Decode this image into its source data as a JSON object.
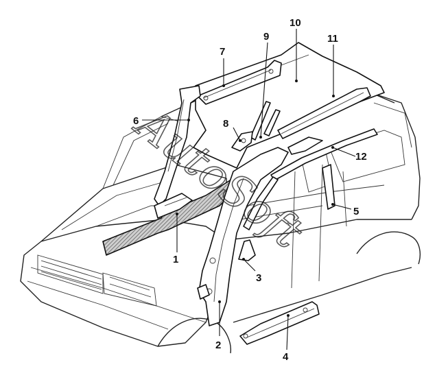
{
  "diagram": {
    "callouts": [
      {
        "id": "c1",
        "label": "1"
      },
      {
        "id": "c2",
        "label": "2"
      },
      {
        "id": "c3",
        "label": "3"
      },
      {
        "id": "c4",
        "label": "4"
      },
      {
        "id": "c5",
        "label": "5"
      },
      {
        "id": "c6",
        "label": "6"
      },
      {
        "id": "c7",
        "label": "7"
      },
      {
        "id": "c8",
        "label": "8"
      },
      {
        "id": "c9",
        "label": "9"
      },
      {
        "id": "c10",
        "label": "10"
      },
      {
        "id": "c11",
        "label": "11"
      },
      {
        "id": "c12",
        "label": "12"
      }
    ],
    "watermark": "AutoSoft"
  },
  "colors": {
    "line": "#111111",
    "background": "#ffffff",
    "hatch": "#555555"
  }
}
